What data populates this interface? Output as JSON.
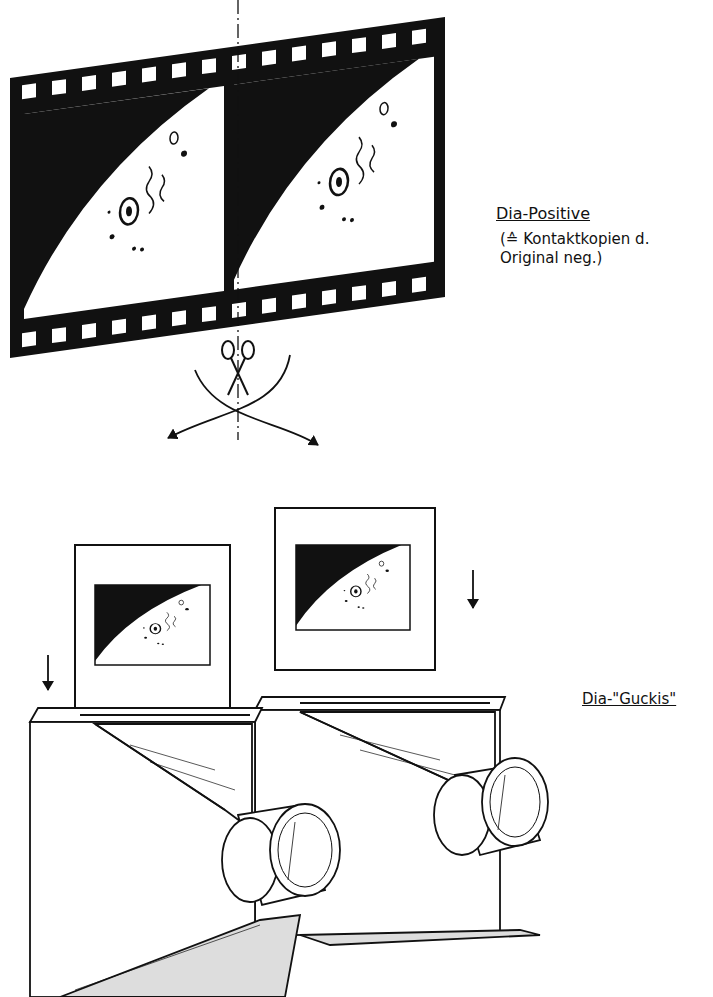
{
  "diagram": {
    "labels": [
      "Dia-Positive",
      "(≙ Kontaktkopien d. Original neg.)",
      "Dia-\"Guckis\""
    ]
  }
}
